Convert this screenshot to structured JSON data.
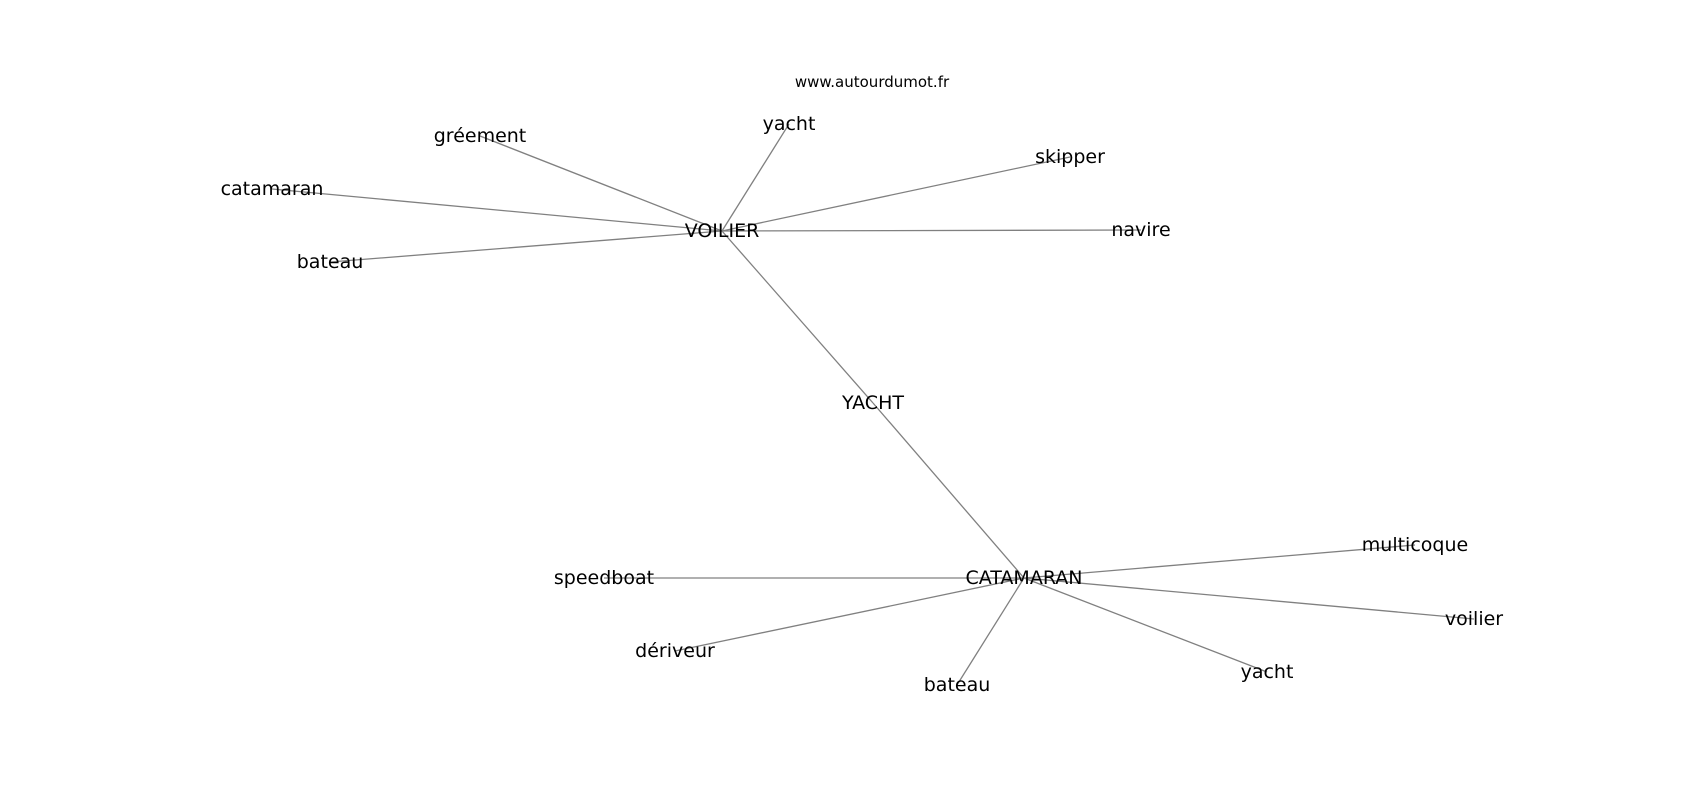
{
  "source": "www.autourdumot.fr",
  "graph": {
    "nodes": [
      {
        "id": "voilier_hub",
        "label": "VOILIER"
      },
      {
        "id": "yacht_center",
        "label": "YACHT"
      },
      {
        "id": "catamaran_hub",
        "label": "CATAMARAN"
      },
      {
        "id": "v_greement",
        "label": "gréement"
      },
      {
        "id": "v_yacht",
        "label": "yacht"
      },
      {
        "id": "v_skipper",
        "label": "skipper"
      },
      {
        "id": "v_catamaran",
        "label": "catamaran"
      },
      {
        "id": "v_navire",
        "label": "navire"
      },
      {
        "id": "v_bateau",
        "label": "bateau"
      },
      {
        "id": "c_multicoque",
        "label": "multicoque"
      },
      {
        "id": "c_speedboat",
        "label": "speedboat"
      },
      {
        "id": "c_voilier",
        "label": "voilier"
      },
      {
        "id": "c_deriveur",
        "label": "dériveur"
      },
      {
        "id": "c_yacht",
        "label": "yacht"
      },
      {
        "id": "c_bateau",
        "label": "bateau"
      }
    ],
    "edges": [
      [
        "voilier_hub",
        "yacht_center"
      ],
      [
        "yacht_center",
        "catamaran_hub"
      ],
      [
        "voilier_hub",
        "v_greement"
      ],
      [
        "voilier_hub",
        "v_yacht"
      ],
      [
        "voilier_hub",
        "v_skipper"
      ],
      [
        "voilier_hub",
        "v_catamaran"
      ],
      [
        "voilier_hub",
        "v_navire"
      ],
      [
        "voilier_hub",
        "v_bateau"
      ],
      [
        "catamaran_hub",
        "c_multicoque"
      ],
      [
        "catamaran_hub",
        "c_speedboat"
      ],
      [
        "catamaran_hub",
        "c_voilier"
      ],
      [
        "catamaran_hub",
        "c_deriveur"
      ],
      [
        "catamaran_hub",
        "c_yacht"
      ],
      [
        "catamaran_hub",
        "c_bateau"
      ]
    ]
  }
}
